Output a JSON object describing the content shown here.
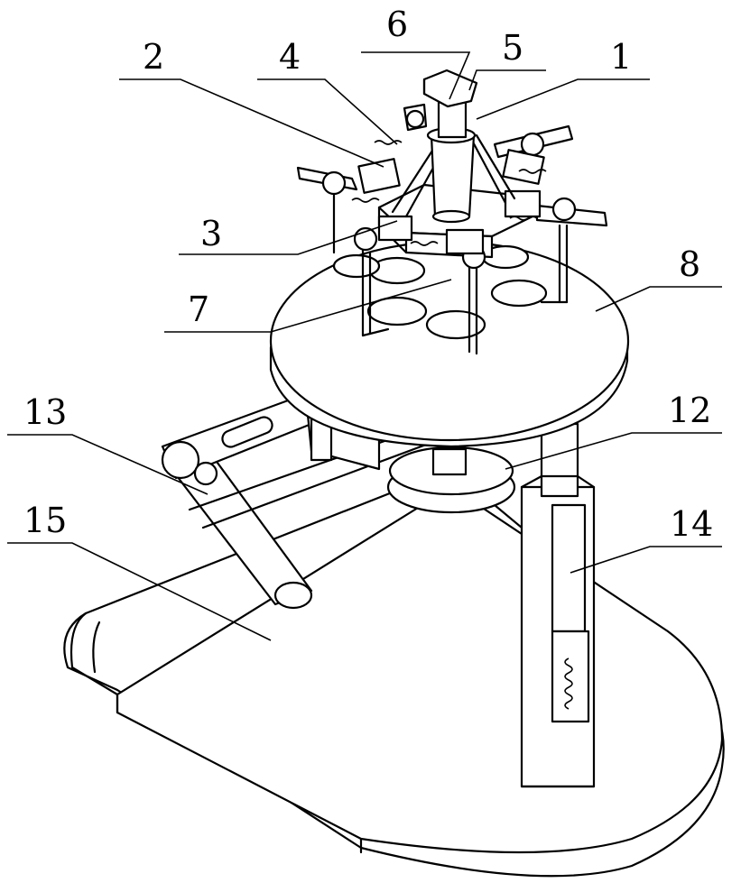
{
  "labels": {
    "l1": "1",
    "l2": "2",
    "l3": "3",
    "l4": "4",
    "l5": "5",
    "l6": "6",
    "l7": "7",
    "l8": "8",
    "l12": "12",
    "l13": "13",
    "l14": "14",
    "l15": "15"
  }
}
